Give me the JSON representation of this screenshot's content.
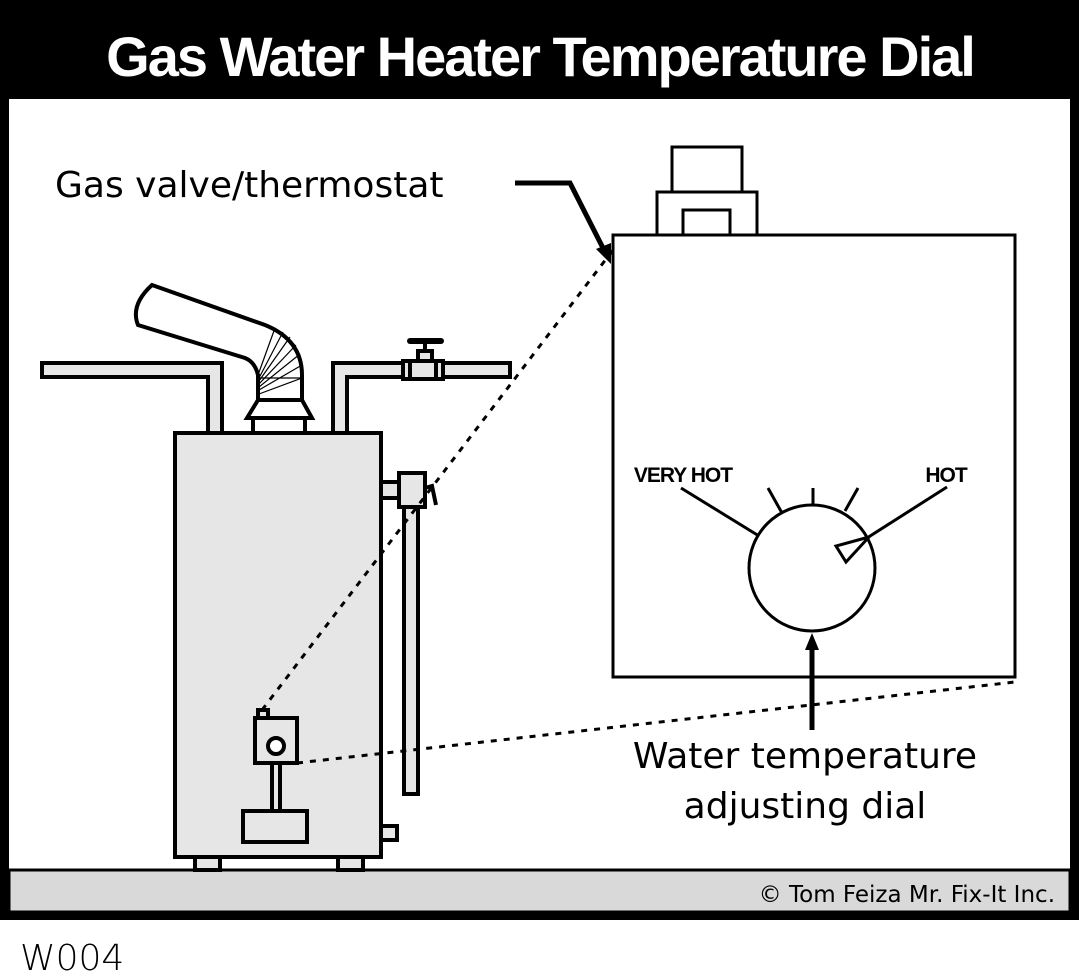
{
  "title": "Gas Water Heater Temperature Dial",
  "labels": {
    "gas_valve": "Gas valve/thermostat",
    "very_hot": "VERY HOT",
    "hot": "HOT",
    "dial_line1": "Water temperature",
    "dial_line2": "adjusting dial"
  },
  "copyright": "© Tom Feiza Mr. Fix-It Inc.",
  "code": "W004",
  "colors": {
    "frame": "#000000",
    "fill": "#e6e6e6",
    "floor": "#d9d9d9"
  }
}
